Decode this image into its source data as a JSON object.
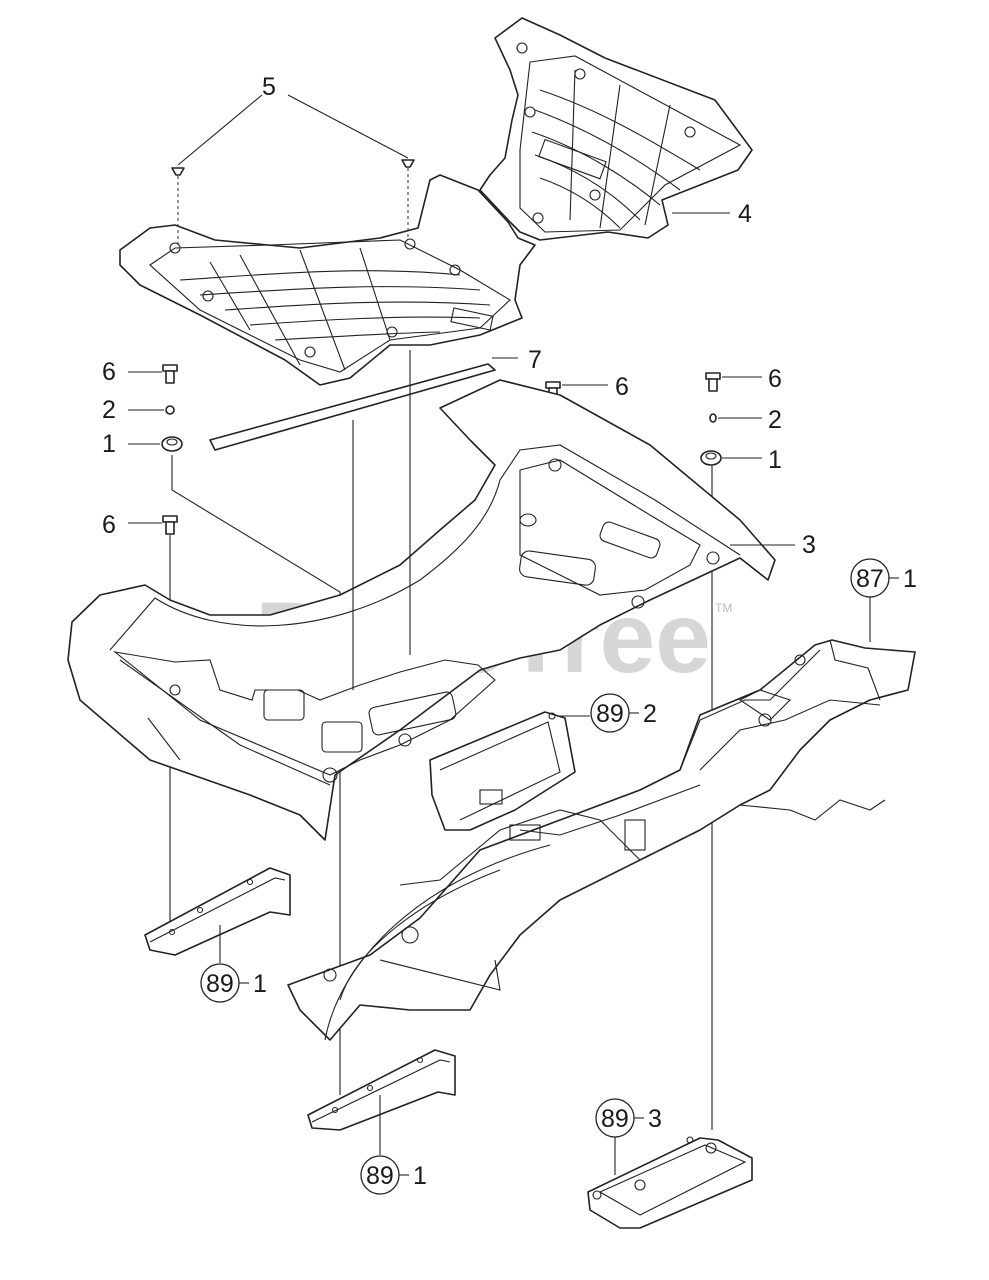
{
  "callouts": {
    "c5": "5",
    "c4": "4",
    "c7": "7",
    "c6a": "6",
    "c2a": "2",
    "c1a": "1",
    "c6b": "6",
    "c6c": "6",
    "c6d": "6",
    "c2b": "2",
    "c1b": "1",
    "c3": "3",
    "c87_1_num": "87",
    "c87_1_sub": "1",
    "c89_2_num": "89",
    "c89_2_sub": "2",
    "c89_1a_num": "89",
    "c89_1a_sub": "1",
    "c89_1b_num": "89",
    "c89_1b_sub": "1",
    "c89_3_num": "89",
    "c89_3_sub": "3"
  },
  "watermark": {
    "text": "PartsTree",
    "tm": "TM"
  }
}
